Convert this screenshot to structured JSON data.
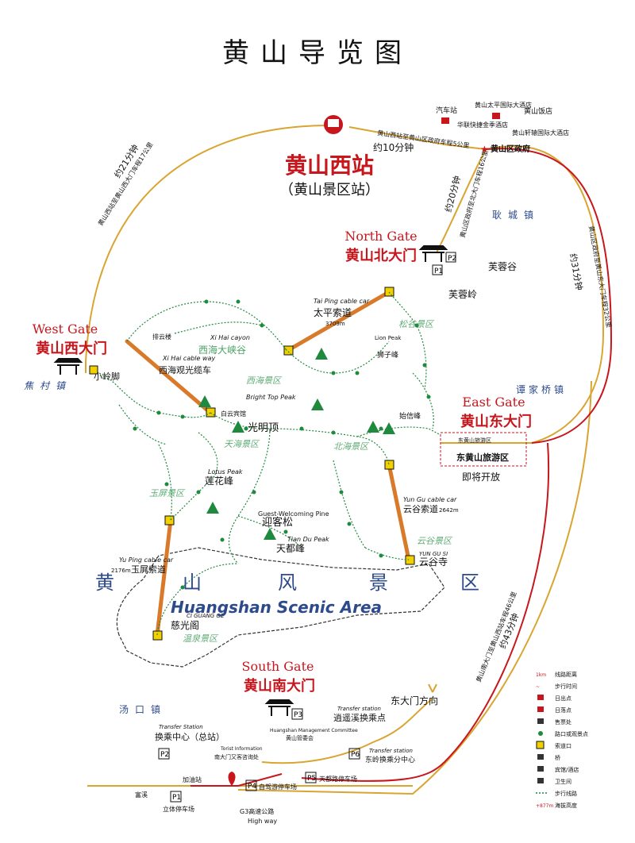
{
  "title": "黄山导览图",
  "stations": {
    "west_station": "黄山西站",
    "west_station_sub": "（黄山景区站）",
    "time_west_to_gov": "约10分钟",
    "time_west_to_westgate": "约21分钟",
    "west_to_westgate_desc": "黄山西站至黄山西大门车程17公里",
    "west_to_gov_desc": "黄山西站至黄山区政府车程5公里",
    "time_gov_to_north": "约20分钟",
    "gov_to_north_desc": "黄山区政府至北大门车程16公里",
    "time_gov_to_east": "约31分钟",
    "gov_to_east_desc": "黄山区政府至黄山东大门车程32公里",
    "time_south_to_west": "约43分钟",
    "south_to_west_desc": "黄山南大门至黄山西站车程46公里",
    "bus_station": "汽车站",
    "hotel_1": "黄山太平国际大酒店",
    "hotel_2": "黄山饭店",
    "hotel_3": "华联快捷金季酒店",
    "hotel_4": "黄山轩辕国际大酒店",
    "gov": "黄山区政府"
  },
  "gates": {
    "north_en": "North Gate",
    "north_cn": "黄山北大门",
    "west_en": "West Gate",
    "west_cn": "黄山西大门",
    "east_en": "East Gate",
    "east_cn": "黄山东大门",
    "east_area": "东黄山旅游区",
    "east_area_note": "即将开放",
    "east_area_label": "东黄山旅游区",
    "south_en": "South Gate",
    "south_cn": "黄山南大门"
  },
  "towns": {
    "gengcheng": "耿城镇",
    "jiaocun": "焦村镇",
    "tanjiaqiao": "谭家桥镇",
    "tangkou": "汤口镇"
  },
  "cablecars": {
    "taiping_en": "Tai Ping cable car",
    "taiping_cn": "太平索道",
    "taiping_len": "3709m",
    "xihai_en": "Xi Hai cable way",
    "xihai_cn": "西海观光缆车",
    "yungu_en": "Yun Gu cable car",
    "yungu_cn": "云谷索道",
    "yungu_len": "2642m",
    "yuping_en": "Yu Ping cable car",
    "yuping_cn": "玉屏索道",
    "yuping_len": "2176m"
  },
  "peaks": {
    "guangming": "光明顶",
    "guangming_en": "Bright Top Peak",
    "lianhua": "莲花峰",
    "lianhua_en": "Lotus Peak",
    "tiandu": "天都峰",
    "tiandu_en": "Tian Du Peak",
    "yingkesong": "迎客松",
    "yingkesong_en": "Guest-Welcoming Pine",
    "shixin": "始信峰",
    "shizi": "狮子峰",
    "furongling": "芙蓉岭",
    "furonggu": "芙蓉谷",
    "xiaolingjiao": "小岭脚",
    "cihuange": "慈光阁",
    "cihuange_en": "CI GUANG GE",
    "yungusi": "云谷寺",
    "yungusi_en": "YUN GU SI",
    "baiyunbinguan": "白云宾馆",
    "xihai_canyon": "西海大峡谷",
    "xihai_canyon_en": "Xi Hai cayon",
    "paiyunlou": "排云楼",
    "lion_peak": "Lion Peak"
  },
  "areas": {
    "xihai": "西海景区",
    "beihai": "北海景区",
    "tianhai": "天海景区",
    "yuping": "玉屏景区",
    "songgu": "松谷景区",
    "yungu": "云谷景区",
    "wenquan": "温泉景区",
    "scenic_cn": [
      "黄",
      "山",
      "风",
      "景",
      "区"
    ],
    "scenic_en": "Huangshan Scenic Area"
  },
  "south": {
    "east_dir": "东大门方向",
    "transfer_en": "Transfer station",
    "xiaoyao": "逍遥溪换乘点",
    "transfer_main": "换乘中心（总站）",
    "transfer_main_en": "Transfer Station",
    "mgmt_en": "Huangshan Management Committee",
    "mgmt_cn": "黄山管委会",
    "tourist_info_en": "Torist Information",
    "tourist_info_cn": "南大门又客咨询处",
    "dongling": "东岭换乘分中心",
    "dongling_en": "Transfer station",
    "tiandu_park": "天都路停车场",
    "zijia_park": "自驾游停车场",
    "lipo_park": "立体停车场",
    "gas": "加油站",
    "fuxi": "富溪",
    "highway": "G3高速公路",
    "highway_en": "High way",
    "p1": "P1",
    "p2": "P2",
    "p3": "P3",
    "p4": "P4",
    "p5": "P5",
    "p6": "P6"
  },
  "legend": [
    {
      "sym": "1km",
      "label": "线路距离"
    },
    {
      "sym": "~",
      "label": "步行时间"
    },
    {
      "sym": "sunrise",
      "label": "日出点"
    },
    {
      "sym": "sunset",
      "label": "日落点"
    },
    {
      "sym": "ticket",
      "label": "售票处"
    },
    {
      "sym": "dot",
      "label": "路口或观景点"
    },
    {
      "sym": "cable",
      "label": "索道口"
    },
    {
      "sym": "bridge",
      "label": "桥"
    },
    {
      "sym": "hotel",
      "label": "宾馆/酒店"
    },
    {
      "sym": "wc",
      "label": "卫生间"
    },
    {
      "sym": "path",
      "label": "步行线路"
    },
    {
      "sym": "+877m",
      "label": "海拔高度"
    }
  ],
  "colors": {
    "red": "#c8161d",
    "road": "#d9a531",
    "cable": "#d87a2a",
    "green": "#1f8a3e",
    "cablebox": "#f3d000",
    "blueText": "#2d4a8c"
  }
}
